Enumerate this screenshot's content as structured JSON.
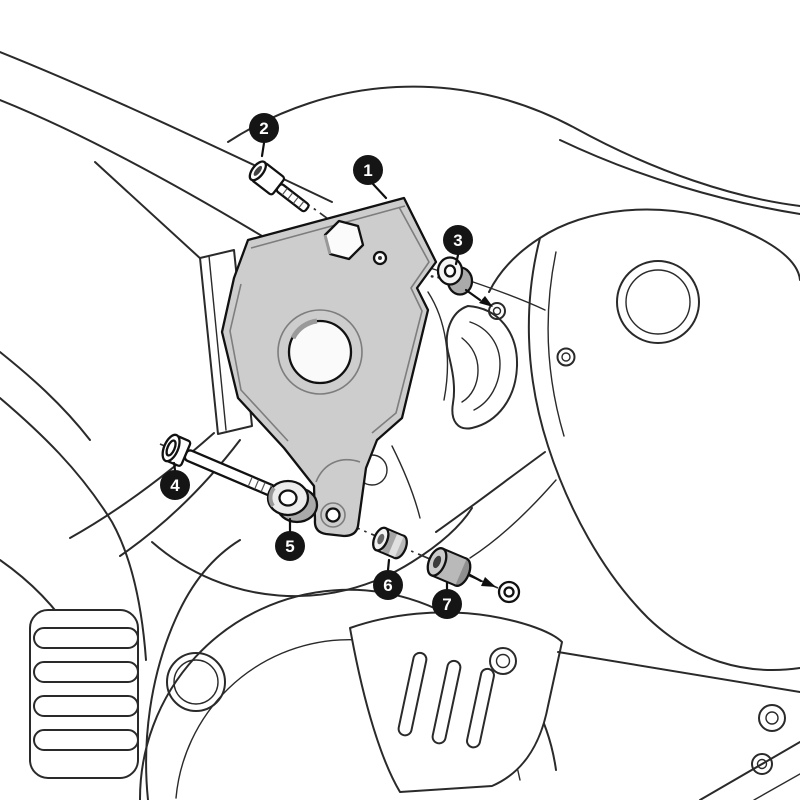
{
  "colors": {
    "background": "#ffffff",
    "line": "#2a2a2a",
    "bracket_fill": "#cdcdcd",
    "callout_bg": "#151515",
    "callout_text": "#ffffff"
  },
  "callouts": [
    {
      "label": "1"
    },
    {
      "label": "2"
    },
    {
      "label": "3"
    },
    {
      "label": "4"
    },
    {
      "label": "5"
    },
    {
      "label": "6"
    },
    {
      "label": "7"
    }
  ]
}
